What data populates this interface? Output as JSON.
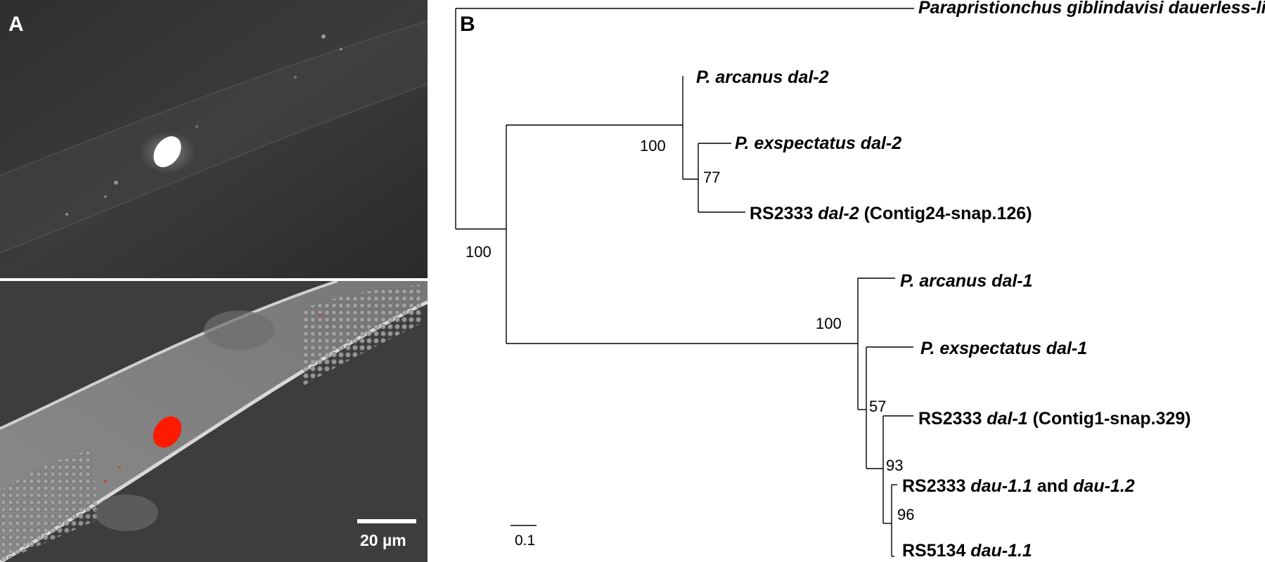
{
  "panels": {
    "a": {
      "letter": "A",
      "scale_bar_label": "20 µm"
    },
    "b": {
      "letter": "B"
    }
  },
  "colors": {
    "fluorescence_top": "#ffffff",
    "fluorescence_overlay": "#ff1a00",
    "micrograph_background": "#3d3d3d"
  },
  "tree": {
    "scale_label": "0.1",
    "taxa": [
      {
        "id": "ppgd",
        "parts": [
          {
            "t": "Parapristionchus giblindavisi dauerless-like (dal)",
            "s": "it"
          }
        ]
      },
      {
        "id": "pa2",
        "parts": [
          {
            "t": "P. arcanus dal-2",
            "s": "it"
          }
        ]
      },
      {
        "id": "pe2",
        "parts": [
          {
            "t": "P. exspectatus dal-2",
            "s": "it"
          }
        ]
      },
      {
        "id": "rs2",
        "parts": [
          {
            "t": "RS2333 ",
            "s": "rg"
          },
          {
            "t": "dal-2",
            "s": "it"
          },
          {
            "t": " (Contig24-snap.126)",
            "s": "rg"
          }
        ]
      },
      {
        "id": "pa1",
        "parts": [
          {
            "t": "P. arcanus dal-1",
            "s": "it"
          }
        ]
      },
      {
        "id": "pe1",
        "parts": [
          {
            "t": "P. exspectatus dal-1",
            "s": "it"
          }
        ]
      },
      {
        "id": "rs1",
        "parts": [
          {
            "t": "RS2333 ",
            "s": "rg"
          },
          {
            "t": "dal-1",
            "s": "it"
          },
          {
            "t": " (Contig1-snap.329)",
            "s": "rg"
          }
        ]
      },
      {
        "id": "rsdau",
        "parts": [
          {
            "t": "RS2333 ",
            "s": "rg"
          },
          {
            "t": "dau-1.1",
            "s": "it"
          },
          {
            "t": " and ",
            "s": "rg"
          },
          {
            "t": "dau-1.2",
            "s": "it"
          }
        ]
      },
      {
        "id": "rs5",
        "parts": [
          {
            "t": "RS5134 ",
            "s": "rg"
          },
          {
            "t": "dau-1.1",
            "s": "it"
          }
        ]
      }
    ],
    "bootstraps": [
      {
        "id": "b-root",
        "value": "100"
      },
      {
        "id": "b-dal2",
        "value": "100"
      },
      {
        "id": "b-77",
        "value": "77"
      },
      {
        "id": "b-dal1",
        "value": "100"
      },
      {
        "id": "b-57",
        "value": "57"
      },
      {
        "id": "b-93",
        "value": "93"
      },
      {
        "id": "b-96",
        "value": "96"
      }
    ]
  }
}
